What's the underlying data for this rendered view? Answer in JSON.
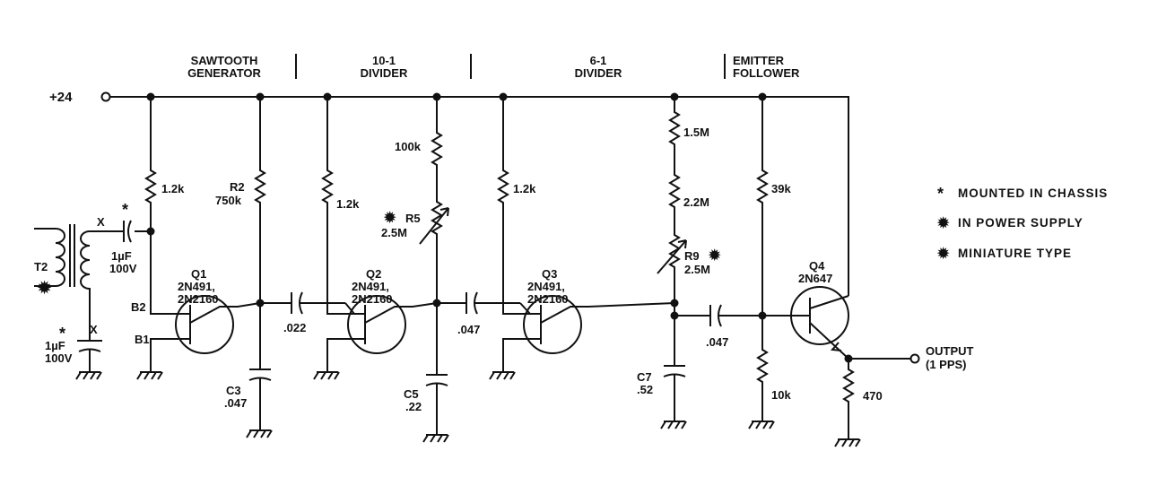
{
  "sections": {
    "sawtooth": [
      "SAWTOOTH",
      "GENERATOR"
    ],
    "divider10": [
      "10-1",
      "DIVIDER"
    ],
    "divider6": [
      "6-1",
      "DIVIDER"
    ],
    "emitter": [
      "EMITTER",
      "FOLLOWER"
    ]
  },
  "supply": "+24",
  "components": {
    "r1": "1.2k",
    "r2_name": "R2",
    "r2_value": "750k",
    "r3": "1.2k",
    "r4": "100k",
    "r5_name": "R5",
    "r5_value": "2.5M",
    "r6": "1.2k",
    "r7": "1.5M",
    "r8": "2.2M",
    "r9_name": "R9",
    "r9_value": "2.5M",
    "r10": "39k",
    "r11": "10k",
    "r12": "470",
    "c1_value": "1µF",
    "c1_voltage": "100V",
    "c2_value": "1µF",
    "c2_voltage": "100V",
    "c_coupling1": ".022",
    "c3_name": "C3",
    "c3_value": ".047",
    "c_coupling2": ".047",
    "c5_name": "C5",
    "c5_value": ".22",
    "c7_name": "C7",
    "c7_value": ".52",
    "c_coupling3": ".047",
    "t2": "T2",
    "x_mark": "X",
    "b2": "B2",
    "b1": "B1",
    "q1": [
      "Q1",
      "2N491,",
      "2N2160"
    ],
    "q2": [
      "Q2",
      "2N491,",
      "2N2160"
    ],
    "q3": [
      "Q3",
      "2N491,",
      "2N2160"
    ],
    "q4": [
      "Q4",
      "2N647"
    ]
  },
  "output": [
    "OUTPUT",
    "(1 PPS)"
  ],
  "legend": [
    {
      "symbol": "*",
      "label": "MOUNTED IN CHASSIS"
    },
    {
      "symbol": "✹",
      "label": "IN POWER SUPPLY"
    },
    {
      "symbol": "✹",
      "label": "MINIATURE TYPE"
    }
  ]
}
